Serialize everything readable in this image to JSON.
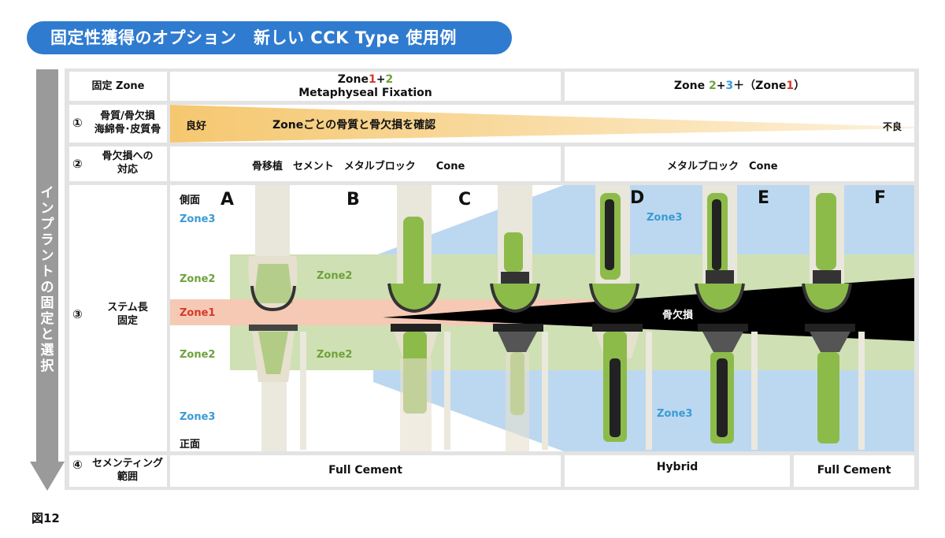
{
  "title": "固定性獲得のオプション　新しい CCK Type 使用例",
  "side_label": "インプラントの固定と選択",
  "rows": {
    "zone": {
      "label": "固定 Zone"
    },
    "r1": {
      "num": "①",
      "label_line1": "骨質/骨欠損",
      "label_line2": "海綿骨･皮質骨"
    },
    "r2": {
      "num": "②",
      "label_line1": "骨欠損への",
      "label_line2": "対応"
    },
    "r3": {
      "num": "③",
      "label_line1": "ステム長",
      "label_line2": "固定"
    },
    "r4": {
      "num": "④",
      "label_line1": "セメンティング",
      "label_line2": "範囲"
    }
  },
  "header_left": {
    "zone_word": "Zone",
    "n1": "1",
    "plus": "+",
    "n2": "2",
    "sub": "Metaphyseal Fixation"
  },
  "header_right": {
    "zone_word": "Zone ",
    "n2": "2",
    "plus1": "+",
    "n3": "3",
    "plus2": "＋（Zone",
    "n1": "1",
    "close": "）"
  },
  "row1": {
    "good": "良好",
    "center": "Zoneごとの骨質と骨欠損を確認",
    "bad": "不良"
  },
  "row2": {
    "left": "骨移植　セメント　メタルブロック　　Cone",
    "right": "メタルブロック　Cone"
  },
  "row3": {
    "side_view": "側面",
    "front_view": "正面",
    "zone3_top": "Zone3",
    "zone2_top": "Zone2",
    "zone1": "Zone1",
    "zone2_bottom": "Zone2",
    "zone3_bottom": "Zone3",
    "zone2_in_a_top": "Zone2",
    "zone2_in_a_bottom": "Zone2",
    "zone3_right_top": "Zone3",
    "zone3_right_bottom": "Zone3",
    "defect": "骨欠損",
    "letters": [
      "A",
      "B",
      "C",
      "D",
      "E",
      "F"
    ]
  },
  "row4": {
    "left": "Full Cement",
    "mid": "Hybrid",
    "right": "Full Cement"
  },
  "figure_label": "図12",
  "colors": {
    "title_bg": "#2f7bd0",
    "zone1": "#f6c9b4",
    "zone2": "#cfe0b4",
    "zone3": "#bcd8f0",
    "gradient": "#f7d08a",
    "implant_green": "#8dbb4a"
  }
}
